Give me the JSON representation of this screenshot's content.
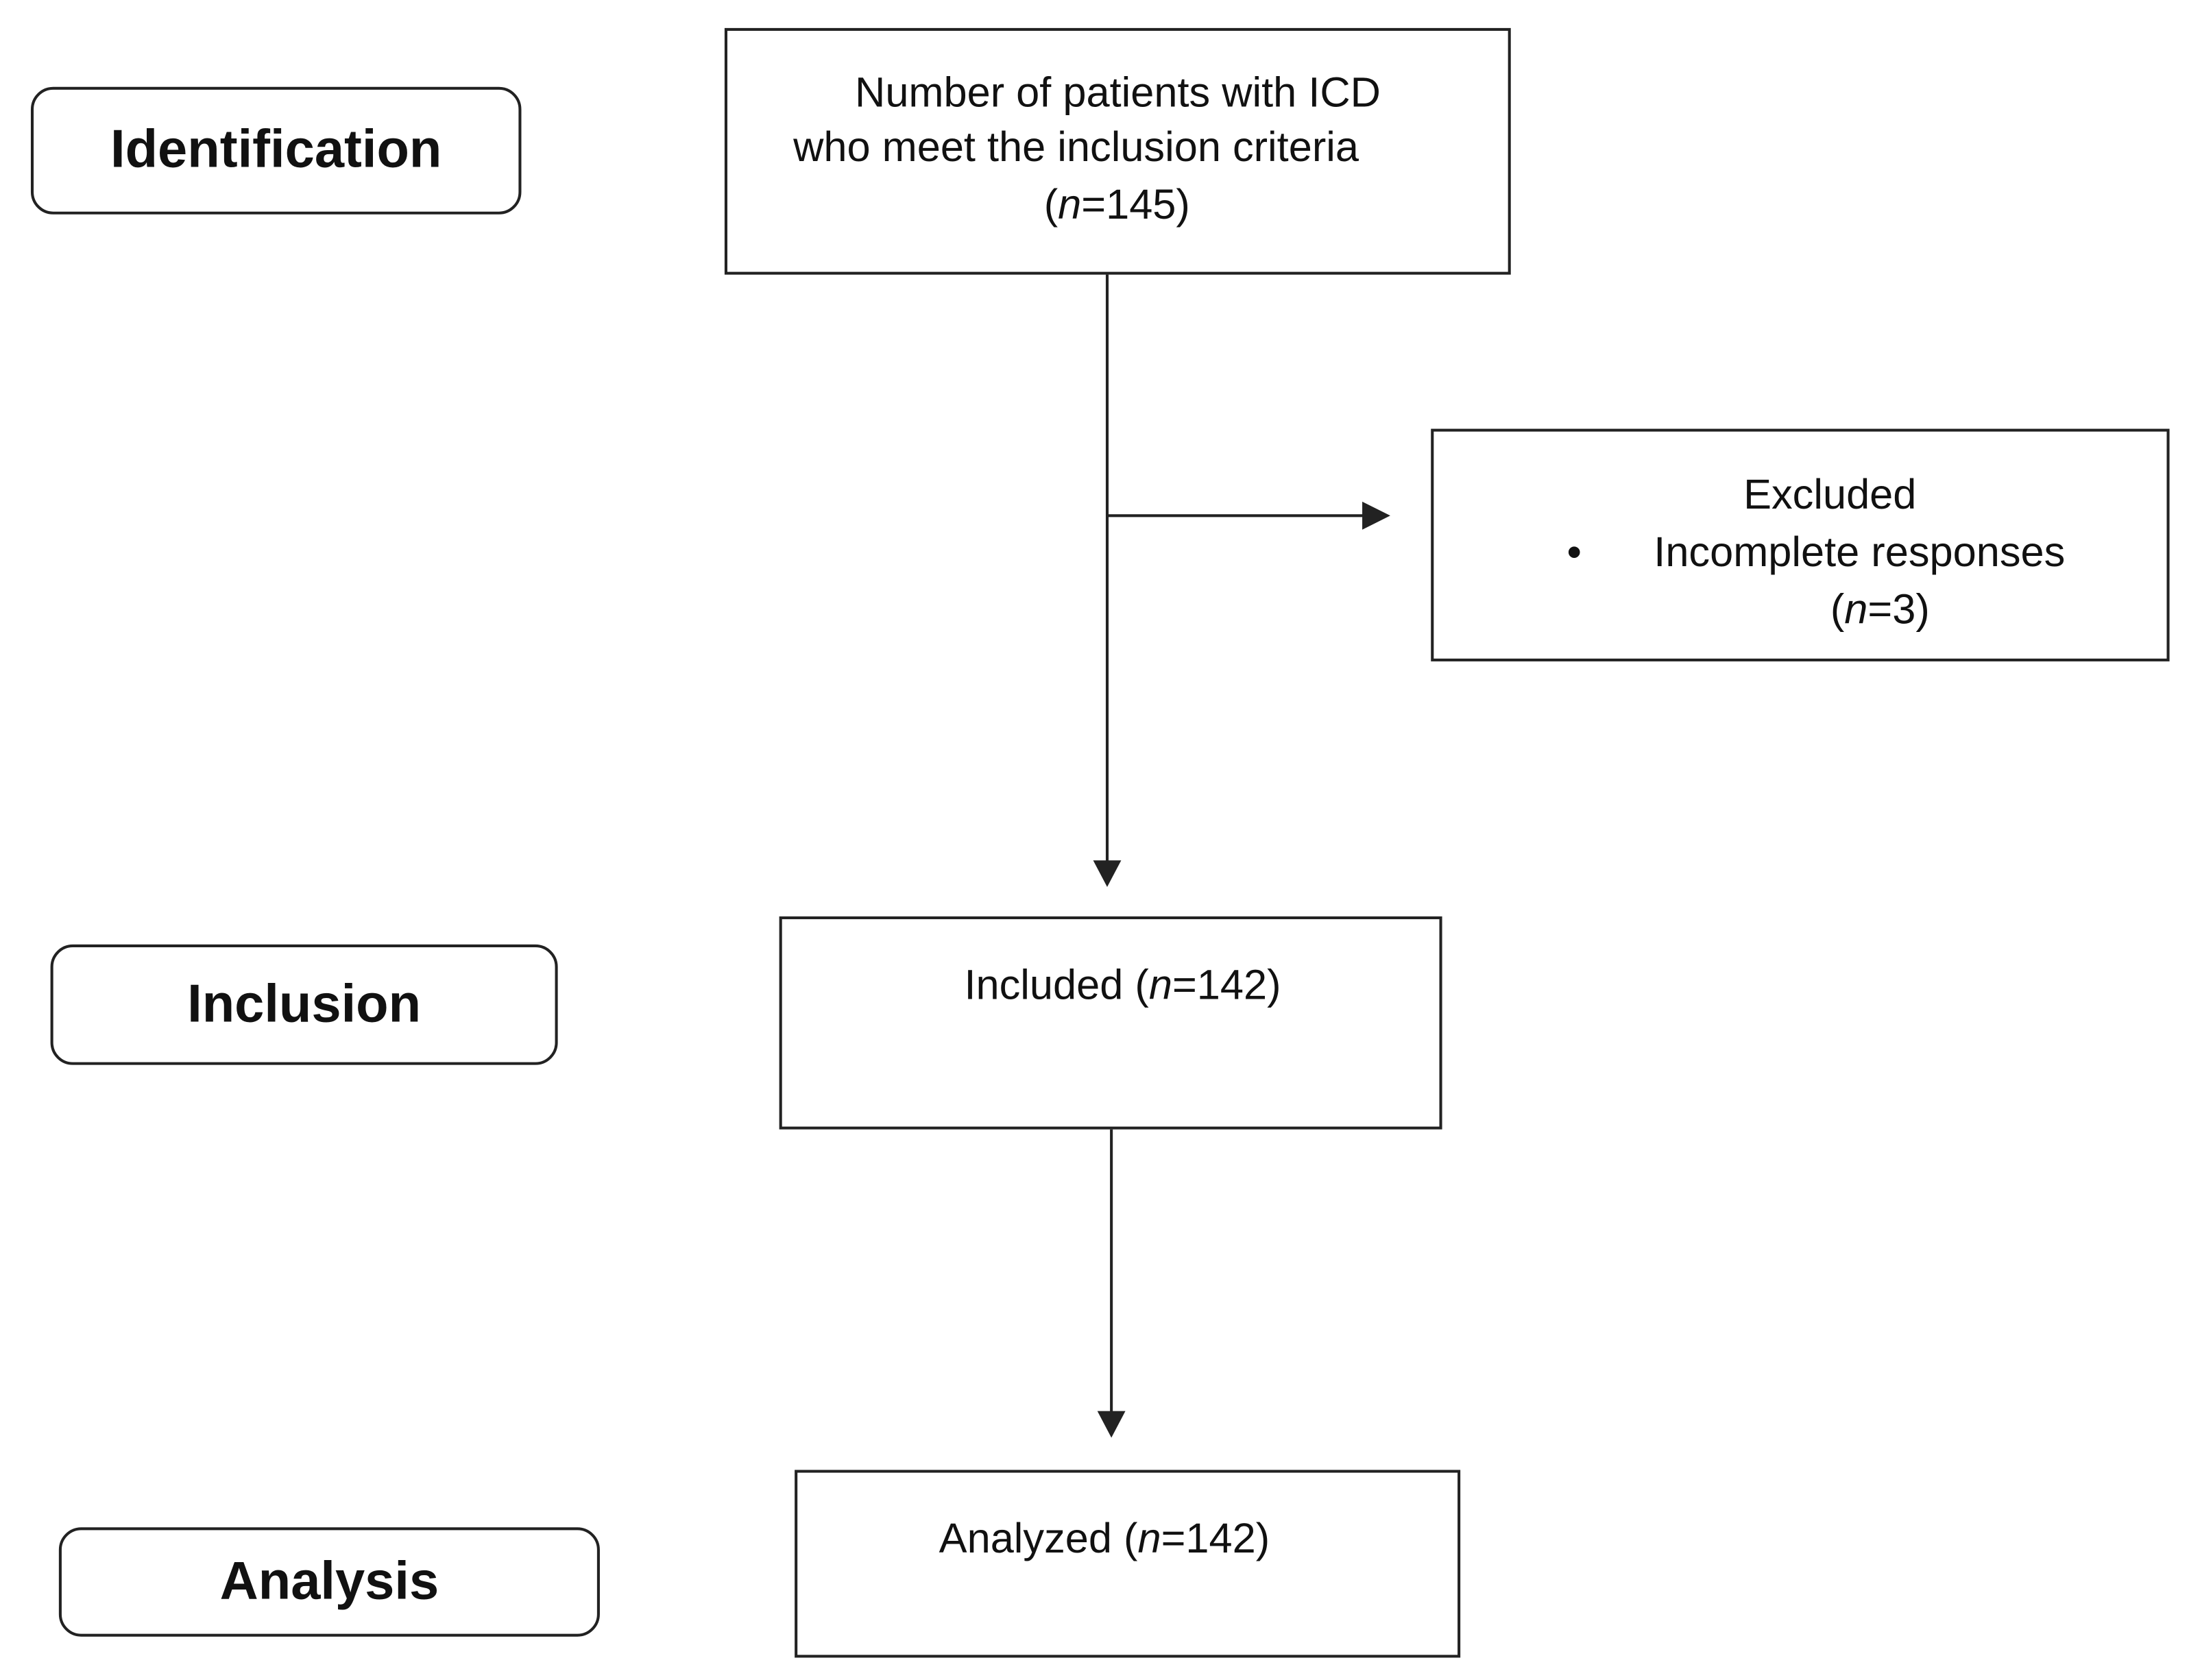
{
  "stages": {
    "identification": "Identification",
    "inclusion": "Inclusion",
    "analysis": "Analysis"
  },
  "boxes": {
    "eligible": {
      "line1": "Number of patients with ICD",
      "line2": "who meet the inclusion criteria",
      "n_symbol": "n",
      "n_value": "=145"
    },
    "excluded": {
      "title": "Excluded",
      "bullet": "•",
      "reason": "Incomplete responses",
      "n_symbol": "n",
      "n_value": "=3"
    },
    "included": {
      "label": "Included",
      "n_symbol": "n",
      "n_value": "=142"
    },
    "analyzed": {
      "label": "Analyzed",
      "n_symbol": "n",
      "n_value": "=142"
    }
  },
  "colors": {
    "line": "#222222",
    "text": "#111111",
    "background": "#ffffff"
  }
}
